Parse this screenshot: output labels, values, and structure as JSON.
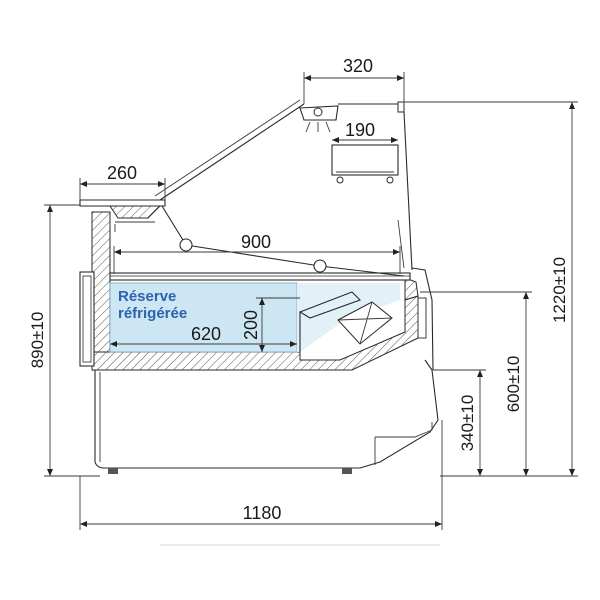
{
  "drawing": {
    "labels": {
      "top_width": "320",
      "lamp_depth": "190",
      "shelf_depth": "260",
      "glass_span": "900",
      "reserve_depth": "620",
      "reserve_height": "200",
      "total_width": "1180",
      "counter_height": "890±10",
      "total_height": "1220±10",
      "display_height": "600±10",
      "base_height": "340±10"
    },
    "reserve_label_line1": "Réserve",
    "reserve_label_line2": "réfrigérée"
  },
  "colors": {
    "reserve_fill": "#cde6f3",
    "reserve_text": "#2c63ad",
    "outline": "#2a2a2a"
  }
}
